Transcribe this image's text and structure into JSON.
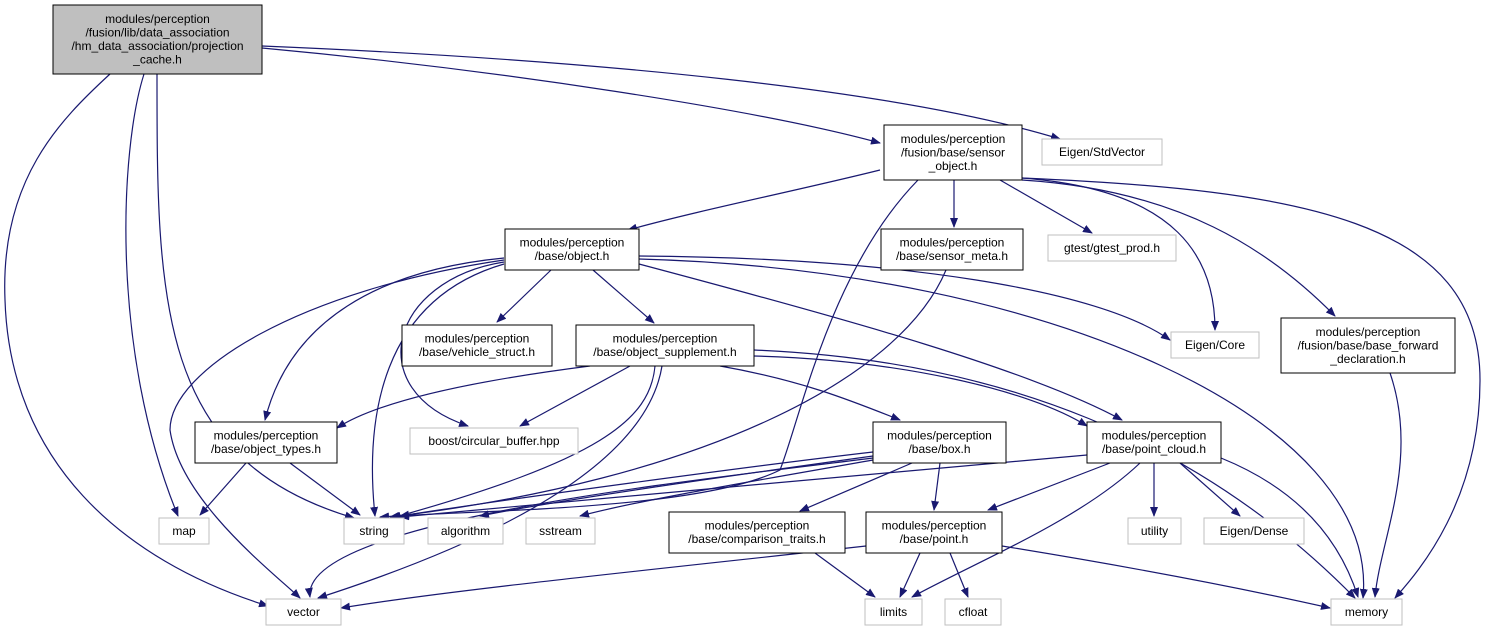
{
  "colors": {
    "edge": "#191970",
    "root_fill": "#bfbfbf",
    "root_border": "#000000",
    "node_border": "#000000",
    "external_border": "#bfbfbf",
    "text": "#000000",
    "background": "#ffffff"
  },
  "nodes": [
    {
      "id": "projection_cache",
      "kind": "root",
      "lines": [
        "modules/perception",
        "/fusion/lib/data_association",
        "/hm_data_association/projection",
        "_cache.h"
      ]
    },
    {
      "id": "sensor_object",
      "kind": "internal",
      "lines": [
        "modules/perception",
        "/fusion/base/sensor",
        "_object.h"
      ]
    },
    {
      "id": "eigen_stdvector",
      "kind": "external",
      "lines": [
        "Eigen/StdVector"
      ]
    },
    {
      "id": "base_object",
      "kind": "internal",
      "lines": [
        "modules/perception",
        "/base/object.h"
      ]
    },
    {
      "id": "sensor_meta",
      "kind": "internal",
      "lines": [
        "modules/perception",
        "/base/sensor_meta.h"
      ]
    },
    {
      "id": "gtest_prod",
      "kind": "external",
      "lines": [
        "gtest/gtest_prod.h"
      ]
    },
    {
      "id": "eigen_core",
      "kind": "external",
      "lines": [
        "Eigen/Core"
      ]
    },
    {
      "id": "base_forward_declaration",
      "kind": "internal",
      "lines": [
        "modules/perception",
        "/fusion/base/base_forward",
        "_declaration.h"
      ]
    },
    {
      "id": "vehicle_struct",
      "kind": "internal",
      "lines": [
        "modules/perception",
        "/base/vehicle_struct.h"
      ]
    },
    {
      "id": "object_supplement",
      "kind": "internal",
      "lines": [
        "modules/perception",
        "/base/object_supplement.h"
      ]
    },
    {
      "id": "object_types",
      "kind": "internal",
      "lines": [
        "modules/perception",
        "/base/object_types.h"
      ]
    },
    {
      "id": "circular_buffer",
      "kind": "external",
      "lines": [
        "boost/circular_buffer.hpp"
      ]
    },
    {
      "id": "box",
      "kind": "internal",
      "lines": [
        "modules/perception",
        "/base/box.h"
      ]
    },
    {
      "id": "point_cloud",
      "kind": "internal",
      "lines": [
        "modules/perception",
        "/base/point_cloud.h"
      ]
    },
    {
      "id": "map",
      "kind": "external",
      "lines": [
        "map"
      ]
    },
    {
      "id": "string",
      "kind": "external",
      "lines": [
        "string"
      ]
    },
    {
      "id": "algorithm",
      "kind": "external",
      "lines": [
        "algorithm"
      ]
    },
    {
      "id": "sstream",
      "kind": "external",
      "lines": [
        "sstream"
      ]
    },
    {
      "id": "comparison_traits",
      "kind": "internal",
      "lines": [
        "modules/perception",
        "/base/comparison_traits.h"
      ]
    },
    {
      "id": "base_point",
      "kind": "internal",
      "lines": [
        "modules/perception",
        "/base/point.h"
      ]
    },
    {
      "id": "utility",
      "kind": "external",
      "lines": [
        "utility"
      ]
    },
    {
      "id": "eigen_dense",
      "kind": "external",
      "lines": [
        "Eigen/Dense"
      ]
    },
    {
      "id": "vector",
      "kind": "external",
      "lines": [
        "vector"
      ]
    },
    {
      "id": "limits",
      "kind": "external",
      "lines": [
        "limits"
      ]
    },
    {
      "id": "cfloat",
      "kind": "external",
      "lines": [
        "cfloat"
      ]
    },
    {
      "id": "memory",
      "kind": "external",
      "lines": [
        "memory"
      ]
    }
  ],
  "edges": [
    {
      "from": "projection_cache",
      "to": "sensor_object"
    },
    {
      "from": "projection_cache",
      "to": "eigen_stdvector"
    },
    {
      "from": "projection_cache",
      "to": "map"
    },
    {
      "from": "projection_cache",
      "to": "string"
    },
    {
      "from": "projection_cache",
      "to": "vector"
    },
    {
      "from": "sensor_object",
      "to": "base_object"
    },
    {
      "from": "sensor_object",
      "to": "sensor_meta"
    },
    {
      "from": "sensor_object",
      "to": "gtest_prod"
    },
    {
      "from": "sensor_object",
      "to": "eigen_core"
    },
    {
      "from": "sensor_object",
      "to": "base_forward_declaration"
    },
    {
      "from": "sensor_object",
      "to": "memory"
    },
    {
      "from": "sensor_object",
      "to": "string"
    },
    {
      "from": "base_object",
      "to": "vehicle_struct"
    },
    {
      "from": "base_object",
      "to": "object_supplement"
    },
    {
      "from": "base_object",
      "to": "object_types"
    },
    {
      "from": "base_object",
      "to": "circular_buffer"
    },
    {
      "from": "base_object",
      "to": "eigen_core"
    },
    {
      "from": "base_object",
      "to": "point_cloud"
    },
    {
      "from": "base_object",
      "to": "memory"
    },
    {
      "from": "base_object",
      "to": "string"
    },
    {
      "from": "base_object",
      "to": "vector"
    },
    {
      "from": "sensor_meta",
      "to": "string"
    },
    {
      "from": "object_supplement",
      "to": "object_types"
    },
    {
      "from": "object_supplement",
      "to": "circular_buffer"
    },
    {
      "from": "object_supplement",
      "to": "box"
    },
    {
      "from": "object_supplement",
      "to": "point_cloud"
    },
    {
      "from": "object_supplement",
      "to": "string"
    },
    {
      "from": "object_supplement",
      "to": "vector"
    },
    {
      "from": "object_supplement",
      "to": "memory"
    },
    {
      "from": "object_types",
      "to": "map"
    },
    {
      "from": "object_types",
      "to": "string"
    },
    {
      "from": "box",
      "to": "algorithm"
    },
    {
      "from": "box",
      "to": "sstream"
    },
    {
      "from": "box",
      "to": "string"
    },
    {
      "from": "box",
      "to": "vector"
    },
    {
      "from": "box",
      "to": "comparison_traits"
    },
    {
      "from": "box",
      "to": "base_point"
    },
    {
      "from": "point_cloud",
      "to": "base_point"
    },
    {
      "from": "point_cloud",
      "to": "utility"
    },
    {
      "from": "point_cloud",
      "to": "eigen_dense"
    },
    {
      "from": "point_cloud",
      "to": "limits"
    },
    {
      "from": "point_cloud",
      "to": "memory"
    },
    {
      "from": "point_cloud",
      "to": "string"
    },
    {
      "from": "comparison_traits",
      "to": "limits"
    },
    {
      "from": "base_point",
      "to": "limits"
    },
    {
      "from": "base_point",
      "to": "cfloat"
    },
    {
      "from": "base_point",
      "to": "memory"
    },
    {
      "from": "base_point",
      "to": "vector"
    },
    {
      "from": "base_forward_declaration",
      "to": "memory"
    }
  ]
}
